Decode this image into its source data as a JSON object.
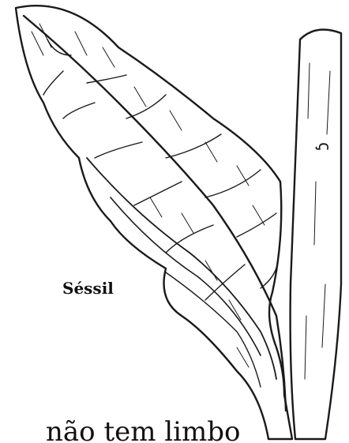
{
  "diagram": {
    "label": "Séssil",
    "caption": "não tem limbo",
    "stem_mark": "ꞔ"
  },
  "colors": {
    "ink": "#1a1a1a",
    "background": "#ffffff"
  }
}
